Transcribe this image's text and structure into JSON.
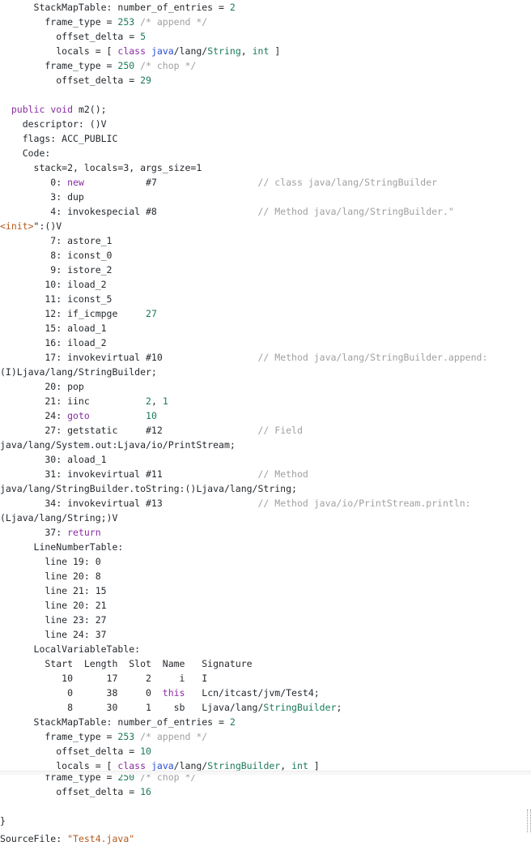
{
  "document": {
    "lines": [
      [
        [
          "d",
          "      StackMapTable: number_of_entries = "
        ],
        [
          "n",
          "2"
        ]
      ],
      [
        [
          "d",
          "        frame_type = "
        ],
        [
          "n",
          "253"
        ],
        [
          "c",
          " /* append */"
        ]
      ],
      [
        [
          "d",
          "          offset_delta = "
        ],
        [
          "n",
          "5"
        ]
      ],
      [
        [
          "d",
          "          locals = [ "
        ],
        [
          "k",
          "class"
        ],
        [
          "d",
          " "
        ],
        [
          "t",
          "java"
        ],
        [
          "d",
          "/lang/"
        ],
        [
          "n",
          "String"
        ],
        [
          "d",
          ", "
        ],
        [
          "n",
          "int"
        ],
        [
          "d",
          " ]"
        ]
      ],
      [
        [
          "d",
          "        frame_type = "
        ],
        [
          "n",
          "250"
        ],
        [
          "c",
          " /* chop */"
        ]
      ],
      [
        [
          "d",
          "          offset_delta = "
        ],
        [
          "n",
          "29"
        ]
      ],
      [],
      [
        [
          "k",
          "  public"
        ],
        [
          "d",
          " "
        ],
        [
          "k",
          "void"
        ],
        [
          "d",
          " m2();"
        ]
      ],
      [
        [
          "d",
          "    descriptor: ()V"
        ]
      ],
      [
        [
          "d",
          "    flags: ACC_PUBLIC"
        ]
      ],
      [
        [
          "d",
          "    Code:"
        ]
      ],
      [
        [
          "d",
          "      stack=2, locals=3, args_size=1"
        ]
      ],
      [
        [
          "d",
          "         0: "
        ],
        [
          "k",
          "new"
        ],
        [
          "d",
          "           #7                  "
        ],
        [
          "c",
          "// class java/lang/StringBuilder"
        ]
      ],
      [
        [
          "d",
          "         3: dup"
        ]
      ],
      [
        [
          "d",
          "         4: invokespecial #8                  "
        ],
        [
          "c",
          "// Method java/lang/StringBuilder.\""
        ]
      ],
      [
        [
          "s",
          "<init>"
        ],
        [
          "d",
          "\":()V"
        ]
      ],
      [
        [
          "d",
          "         7: astore_1"
        ]
      ],
      [
        [
          "d",
          "         8: iconst_0"
        ]
      ],
      [
        [
          "d",
          "         9: istore_2"
        ]
      ],
      [
        [
          "d",
          "        10: iload_2"
        ]
      ],
      [
        [
          "d",
          "        11: iconst_5"
        ]
      ],
      [
        [
          "d",
          "        12: if_icmpge     "
        ],
        [
          "n",
          "27"
        ]
      ],
      [
        [
          "d",
          "        15: aload_1"
        ]
      ],
      [
        [
          "d",
          "        16: iload_2"
        ]
      ],
      [
        [
          "d",
          "        17: invokevirtual #10                 "
        ],
        [
          "c",
          "// Method java/lang/StringBuilder.append:"
        ]
      ],
      [
        [
          "d",
          "(I)Ljava/lang/StringBuilder;"
        ]
      ],
      [
        [
          "d",
          "        20: pop"
        ]
      ],
      [
        [
          "d",
          "        21: iinc          "
        ],
        [
          "n",
          "2"
        ],
        [
          "d",
          ", "
        ],
        [
          "n",
          "1"
        ]
      ],
      [
        [
          "d",
          "        24: "
        ],
        [
          "k",
          "goto"
        ],
        [
          "d",
          "          "
        ],
        [
          "n",
          "10"
        ]
      ],
      [
        [
          "d",
          "        27: getstatic     #12                 "
        ],
        [
          "c",
          "// Field"
        ]
      ],
      [
        [
          "d",
          "java/lang/System.out:Ljava/io/PrintStream;"
        ]
      ],
      [
        [
          "d",
          "        30: aload_1"
        ]
      ],
      [
        [
          "d",
          "        31: invokevirtual #11                 "
        ],
        [
          "c",
          "// Method"
        ]
      ],
      [
        [
          "d",
          "java/lang/StringBuilder.toString:()Ljava/lang/String;"
        ]
      ],
      [
        [
          "d",
          "        34: invokevirtual #13                 "
        ],
        [
          "c",
          "// Method java/io/PrintStream.println:"
        ]
      ],
      [
        [
          "d",
          "(Ljava/lang/String;)V"
        ]
      ],
      [
        [
          "d",
          "        37: "
        ],
        [
          "k",
          "return"
        ]
      ],
      [
        [
          "d",
          "      LineNumberTable:"
        ]
      ],
      [
        [
          "d",
          "        line 19: 0"
        ]
      ],
      [
        [
          "d",
          "        line 20: 8"
        ]
      ],
      [
        [
          "d",
          "        line 21: 15"
        ]
      ],
      [
        [
          "d",
          "        line 20: 21"
        ]
      ],
      [
        [
          "d",
          "        line 23: 27"
        ]
      ],
      [
        [
          "d",
          "        line 24: 37"
        ]
      ],
      [
        [
          "d",
          "      LocalVariableTable:"
        ]
      ],
      [
        [
          "d",
          "        Start  Length  Slot  Name   Signature"
        ]
      ],
      [
        [
          "d",
          "           10      17     2     i   I"
        ]
      ],
      [
        [
          "d",
          "            0      38     0  "
        ],
        [
          "k",
          "this"
        ],
        [
          "d",
          "   Lcn/itcast/jvm/Test4;"
        ]
      ],
      [
        [
          "d",
          "            8      30     1    sb   Ljava/lang/"
        ],
        [
          "n",
          "StringBuilder"
        ],
        [
          "d",
          ";"
        ]
      ],
      [
        [
          "d",
          "      StackMapTable: number_of_entries = "
        ],
        [
          "n",
          "2"
        ]
      ],
      [
        [
          "d",
          "        frame_type = "
        ],
        [
          "n",
          "253"
        ],
        [
          "c",
          " /* append */"
        ]
      ],
      [
        [
          "d",
          "          offset_delta = "
        ],
        [
          "n",
          "10"
        ]
      ],
      [
        [
          "d",
          "          locals = [ "
        ],
        [
          "k",
          "class"
        ],
        [
          "d",
          " "
        ],
        [
          "t",
          "java"
        ],
        [
          "d",
          "/lang/"
        ],
        [
          "n",
          "StringBuilder"
        ],
        [
          "d",
          ", "
        ],
        [
          "n",
          "int"
        ],
        [
          "d",
          " ]"
        ]
      ],
      [
        [
          "d",
          "        frame_type = "
        ],
        [
          "n",
          "250"
        ],
        [
          "c",
          " /* chop */"
        ]
      ],
      [
        [
          "d",
          "          offset_delta = "
        ],
        [
          "n",
          "16"
        ]
      ],
      [],
      [
        [
          "d",
          "}"
        ]
      ],
      [
        [
          "d",
          "SourceFile: "
        ],
        [
          "s",
          "\"Test4.java\""
        ]
      ]
    ]
  }
}
